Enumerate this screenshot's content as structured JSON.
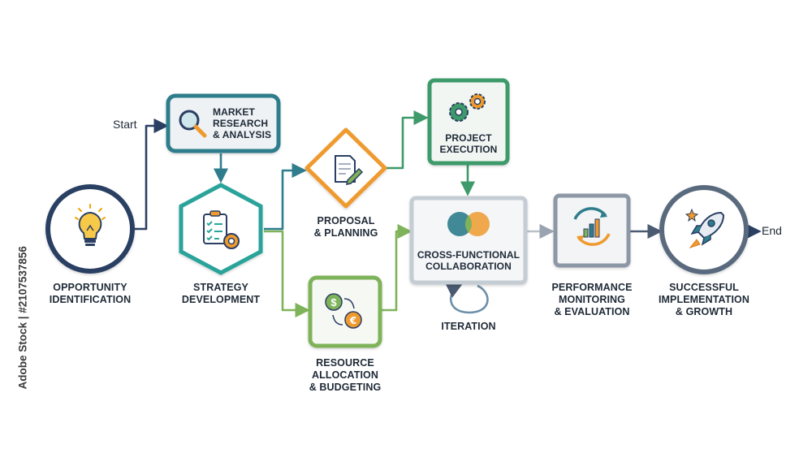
{
  "diagram": {
    "start_label": "Start",
    "end_label": "End",
    "nodes": {
      "opportunity": {
        "label": "OPPORTUNITY IDENTIFICATION",
        "line1": "OPPORTUNITY",
        "line2": "IDENTIFICATION",
        "icon": "lightbulb-icon",
        "shape": "circle",
        "color": "#2b3f63"
      },
      "market": {
        "label": "MARKET RESEARCH & ANALYSIS",
        "line1": "MARKET",
        "line2": "RESEARCH",
        "line3": "& ANALYSIS",
        "icon": "magnifier-icon",
        "shape": "rounded-rectangle",
        "color": "#2f7d8c"
      },
      "strategy": {
        "label": "STRATEGY DEVELOPMENT",
        "line1": "STRATEGY",
        "line2": "DEVELOPMENT",
        "icon": "clipboard-gear-icon",
        "shape": "hexagon",
        "color": "#2aa39b"
      },
      "proposal": {
        "label": "PROPOSAL & PLANNING",
        "line1": "PROPOSAL",
        "line2": "& PLANNING",
        "icon": "document-pen-icon",
        "shape": "diamond",
        "color": "#ef9a2e"
      },
      "resource": {
        "label": "RESOURCE ALLOCATION & BUDGETING",
        "line1": "RESOURCE",
        "line2": "ALLOCATION",
        "line3": "& BUDGETING",
        "icon": "currency-exchange-icon",
        "shape": "rounded-rectangle",
        "color": "#7fb35a"
      },
      "execution": {
        "label": "PROJECT EXECUTION",
        "line1": "PROJECT",
        "line2": "EXECUTION",
        "icon": "gears-icon",
        "shape": "rounded-rectangle",
        "color": "#3e9a6a"
      },
      "collaboration": {
        "label": "CROSS-FUNCTIONAL COLLABORATION",
        "line1": "CROSS-FUNCTIONAL",
        "line2": "COLLABORATION",
        "icon": "overlapping-circles-icon",
        "shape": "rounded-rectangle",
        "color": "#c4ccd4"
      },
      "iteration": {
        "label": "ITERATION",
        "icon": "loop-arrow-icon"
      },
      "performance": {
        "label": "PERFORMANCE MONITORING & EVALUATION",
        "line1": "PERFORMANCE",
        "line2": "MONITORING",
        "line3": "& EVALUATION",
        "icon": "chart-cycle-icon",
        "shape": "rounded-rectangle",
        "color": "#8d98a6"
      },
      "success": {
        "label": "SUCCESSFUL IMPLEMENTATION & GROWTH",
        "line1": "SUCCESSFUL",
        "line2": "IMPLEMENTATION",
        "line3": "& GROWTH",
        "icon": "rocket-icon",
        "shape": "circle",
        "color": "#5a6a7e"
      }
    },
    "edges": [
      {
        "from": "opportunity",
        "to": "market"
      },
      {
        "from": "market",
        "to": "strategy"
      },
      {
        "from": "strategy",
        "to": "proposal"
      },
      {
        "from": "strategy",
        "to": "resource"
      },
      {
        "from": "proposal",
        "to": "execution"
      },
      {
        "from": "resource",
        "to": "collaboration"
      },
      {
        "from": "execution",
        "to": "collaboration"
      },
      {
        "from": "collaboration",
        "to": "collaboration",
        "label": "ITERATION"
      },
      {
        "from": "collaboration",
        "to": "performance"
      },
      {
        "from": "performance",
        "to": "success"
      }
    ]
  },
  "watermark": {
    "vertical_text": "Adobe Stock | #2107537856"
  }
}
